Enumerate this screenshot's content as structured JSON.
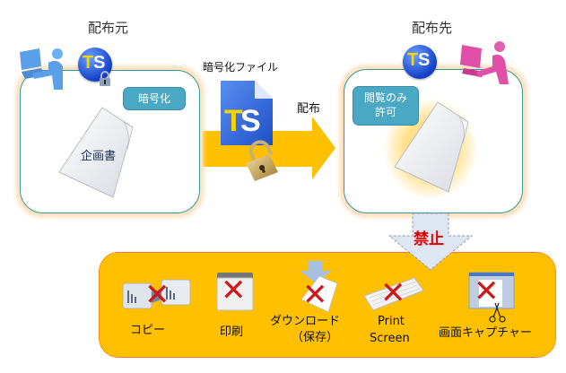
{
  "source": {
    "title": "配布元",
    "tag": "暗号化",
    "document_label": "企画書"
  },
  "destination": {
    "title": "配布先",
    "tag_line1": "閲覧のみ",
    "tag_line2": "許可"
  },
  "transfer": {
    "file_label": "暗号化ファイル",
    "arrow_label": "配布"
  },
  "prohibited": {
    "label": "禁止",
    "items": [
      {
        "icon": "copy-icon",
        "label": "コピー"
      },
      {
        "icon": "printer-icon",
        "label": "印刷"
      },
      {
        "icon": "download-icon",
        "label_line1": "ダウンロード",
        "label_line2": "（保存）"
      },
      {
        "icon": "keyboard-icon",
        "label_line1": "Print",
        "label_line2": "Screen"
      },
      {
        "icon": "screen-capture-icon",
        "label": "画面キャプチャー"
      }
    ]
  },
  "badge": {
    "text_t": "T",
    "text_s": "S"
  },
  "colors": {
    "orange": "#ffc000",
    "teal_border": "#2e9a9a",
    "tag_blue": "#4aa8c4",
    "prohibit_red": "#e00000",
    "cross_red": "#cc1a1a",
    "sender_blue": "#4a90e0",
    "receiver_pink": "#e040a0"
  }
}
